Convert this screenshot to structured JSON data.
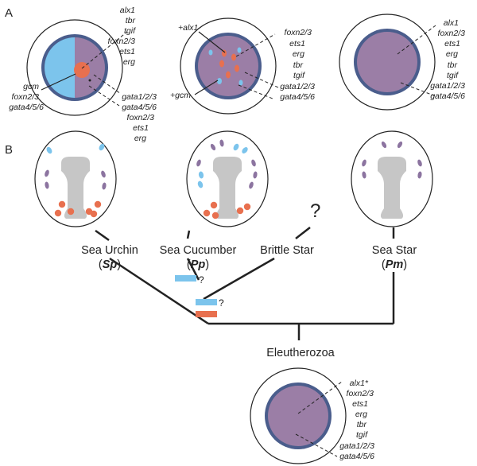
{
  "panels": {
    "a": "A",
    "b": "B"
  },
  "colors": {
    "blue": "#7cc4ec",
    "purple": "#9b7ea6",
    "navy": "#4a5d8c",
    "red": "#e8704f",
    "gray": "#c6c6c6",
    "lavender": "#8c74a0"
  },
  "embryo_urchin": {
    "genes_top": [
      "alx1",
      "tbr",
      "tgif",
      "foxn2/3",
      "ets1",
      "erg"
    ],
    "genes_left": [
      "gcm",
      "foxn2/3",
      "gata4/5/6"
    ],
    "genes_right": [
      "gata1/2/3",
      "gata4/5/6",
      "foxn2/3",
      "ets1",
      "erg"
    ]
  },
  "embryo_cucumber": {
    "label_alx1": "+alx1",
    "label_gcm": "+gcm",
    "genes": [
      "foxn2/3",
      "ets1",
      "erg",
      "tbr",
      "tgif",
      "gata1/2/3",
      "gata4/5/6"
    ]
  },
  "embryo_star": {
    "genes": [
      "alx1",
      "foxn2/3",
      "ets1",
      "erg",
      "tbr",
      "tgif",
      "gata1/2/3",
      "gata4/5/6"
    ]
  },
  "embryo_ancestor": {
    "genes": [
      "alx1*",
      "foxn2/3",
      "ets1",
      "erg",
      "tbr",
      "tgif",
      "gata1/2/3",
      "gata4/5/6"
    ]
  },
  "taxa": {
    "urchin": {
      "name": "Sea Urchin",
      "abbr": "Sp"
    },
    "cucumber": {
      "name": "Sea Cucumber",
      "abbr": "Pp"
    },
    "brittle": {
      "name": "Brittle Star"
    },
    "star": {
      "name": "Sea Star",
      "abbr": "Pm"
    }
  },
  "unknown_mark": "?",
  "root_label": "Eleutherozoa"
}
